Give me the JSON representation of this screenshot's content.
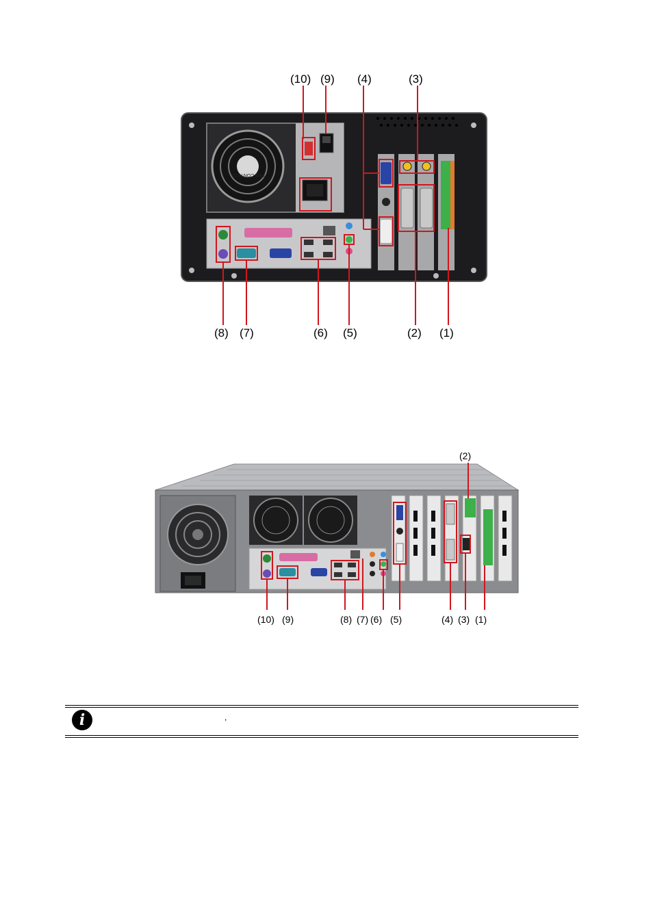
{
  "figure1": {
    "top_labels": [
      "(10)",
      "(9)",
      "(4)",
      "(3)"
    ],
    "bottom_labels": [
      "(8)",
      "(7)",
      "(6)",
      "(5)",
      "(2)",
      "(1)"
    ],
    "psu_fan_text": "FAN CONTROL"
  },
  "figure2": {
    "top_labels": [
      "(2)"
    ],
    "bottom_labels": [
      "(10)",
      "(9)",
      "(8)",
      "(7)",
      "(6)",
      "(5)",
      "(4)",
      "(3)",
      "(1)"
    ]
  },
  "note": {
    "icon": "info-icon",
    "text": ","
  },
  "colors": {
    "callout_red": "#d0161d",
    "chassis_dark": "#1c1c1e",
    "chassis_gray": "#8a8c90"
  }
}
